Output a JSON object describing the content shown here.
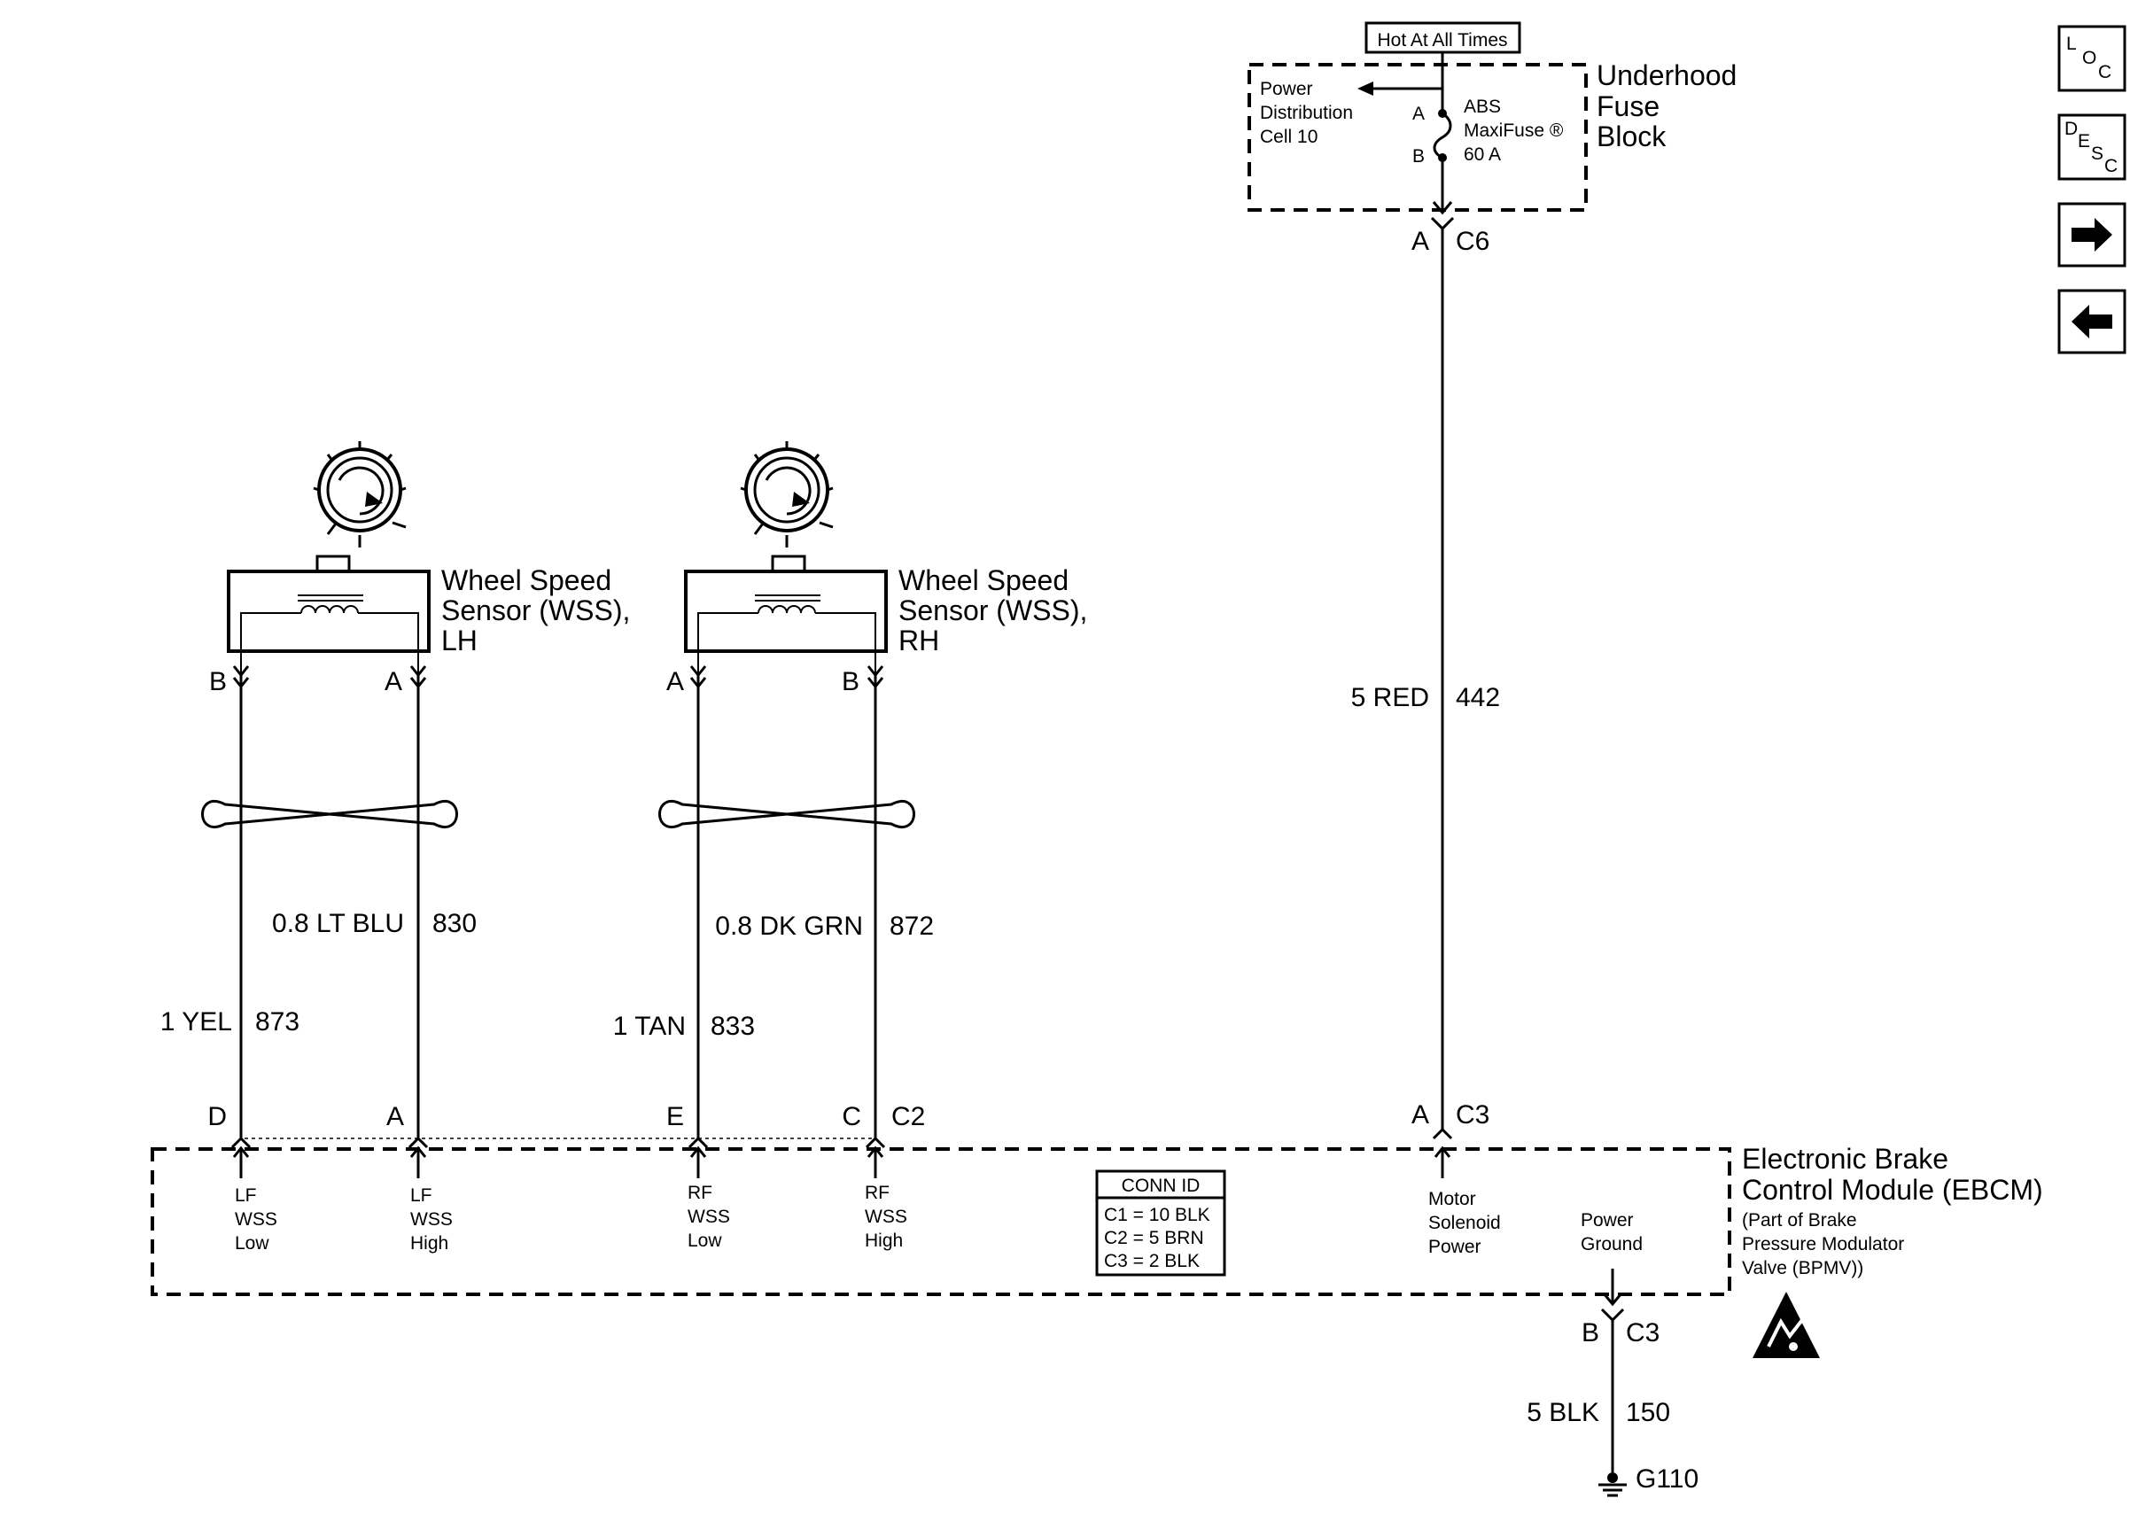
{
  "fuse_block": {
    "hot_label": "Hot At All Times",
    "name_lines": [
      "Underhood",
      "Fuse",
      "Block"
    ],
    "power_dist_lines": [
      "Power",
      "Distribution",
      "Cell 10"
    ],
    "fuse_lines": [
      "ABS",
      "MaxiFuse ®",
      "60 A"
    ],
    "pin_a": "A",
    "pin_b": "B",
    "conn_pin": "A",
    "conn_id": "C6"
  },
  "wires": {
    "power": {
      "gauge_color": "5 RED",
      "circuit": "442"
    },
    "lf_high": {
      "gauge_color": "0.8 LT BLU",
      "circuit": "830"
    },
    "lf_low": {
      "gauge_color": "1 YEL",
      "circuit": "873"
    },
    "rf_high": {
      "gauge_color": "0.8 DK GRN",
      "circuit": "872"
    },
    "rf_low": {
      "gauge_color": "1 TAN",
      "circuit": "833"
    },
    "ground": {
      "gauge_color": "5 BLK",
      "circuit": "150"
    }
  },
  "sensors": {
    "lh": {
      "lines": [
        "Wheel Speed",
        "Sensor (WSS),",
        "LH"
      ],
      "pin_left": "B",
      "pin_right": "A"
    },
    "rh": {
      "lines": [
        "Wheel Speed",
        "Sensor (WSS),",
        "RH"
      ],
      "pin_left": "A",
      "pin_right": "B"
    }
  },
  "ebcm": {
    "name_lines": [
      "Electronic Brake",
      "Control Module (EBCM)"
    ],
    "sub_lines": [
      "(Part of Brake",
      "Pressure Modulator",
      "Valve (BPMV))"
    ],
    "pins": {
      "lf_low": {
        "pin": "D",
        "lines": [
          "LF",
          "WSS",
          "Low"
        ]
      },
      "lf_high": {
        "pin": "A",
        "lines": [
          "LF",
          "WSS",
          "High"
        ]
      },
      "rf_low": {
        "pin": "E",
        "lines": [
          "RF",
          "WSS",
          "Low"
        ]
      },
      "rf_high": {
        "pin": "C",
        "conn": "C2",
        "lines": [
          "RF",
          "WSS",
          "High"
        ]
      },
      "motor": {
        "pin": "A",
        "conn": "C3",
        "lines": [
          "Motor",
          "Solenoid",
          "Power"
        ]
      },
      "ground": {
        "pin": "B",
        "conn": "C3",
        "lines": [
          "Power",
          "Ground"
        ]
      }
    },
    "conn_id": {
      "title": "CONN ID",
      "rows": [
        "C1 = 10 BLK",
        "C2 = 5 BRN",
        "C3 = 2 BLK"
      ]
    }
  },
  "ground_id": "G110",
  "nav": [
    {
      "name": "loc-button",
      "kind": "LOC",
      "letters": [
        "L",
        "O",
        "C"
      ]
    },
    {
      "name": "desc-button",
      "kind": "DESC",
      "letters": [
        "D",
        "E",
        "S",
        "C"
      ]
    },
    {
      "name": "next-button",
      "kind": "arrow-right"
    },
    {
      "name": "back-button",
      "kind": "arrow-left"
    }
  ]
}
